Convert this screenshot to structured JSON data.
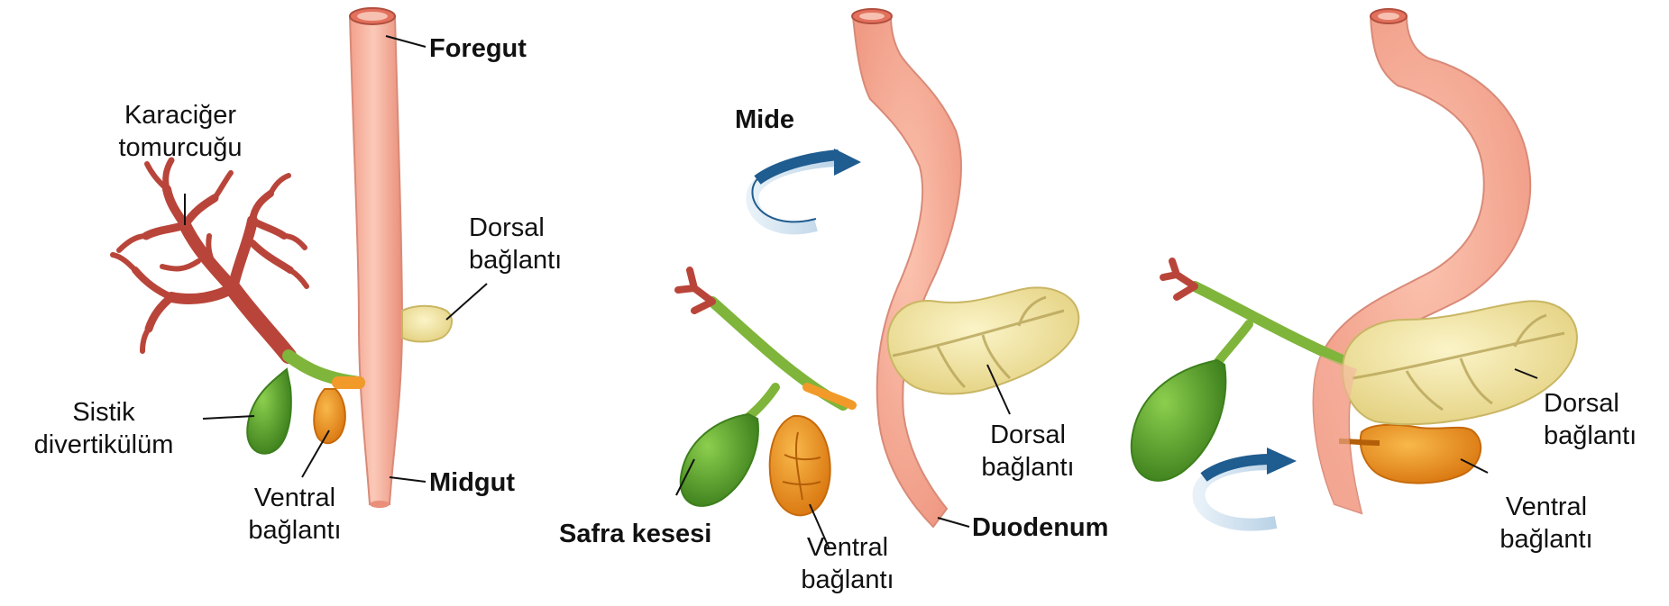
{
  "panel1": {
    "foregut": "Foregut",
    "midgut": "Midgut",
    "liver_bud": "Karaciğer\ntomurcuğu",
    "dorsal": "Dorsal\nbağlantı",
    "cystic": "Sistik\ndivertikülüm",
    "ventral": "Ventral\nbağlantı"
  },
  "panel2": {
    "stomach": "Mide",
    "dorsal": "Dorsal\nbağlantı",
    "gallbladder": "Safra kesesi",
    "ventral": "Ventral\nbağlantı",
    "duodenum": "Duodenum"
  },
  "panel3": {
    "dorsal": "Dorsal\nbağlantı",
    "ventral": "Ventral\nbağlantı"
  },
  "colors": {
    "gut": "#f6b3a0",
    "gut_edge": "#d98a78",
    "liver": "#b9453a",
    "gallbladder": "#4e9a2a",
    "duct": "#7fb53a",
    "dorsal_pancreas": "#efe3a0",
    "ventral_pancreas": "#f19a2a",
    "arrow": "#1f5c8f"
  }
}
